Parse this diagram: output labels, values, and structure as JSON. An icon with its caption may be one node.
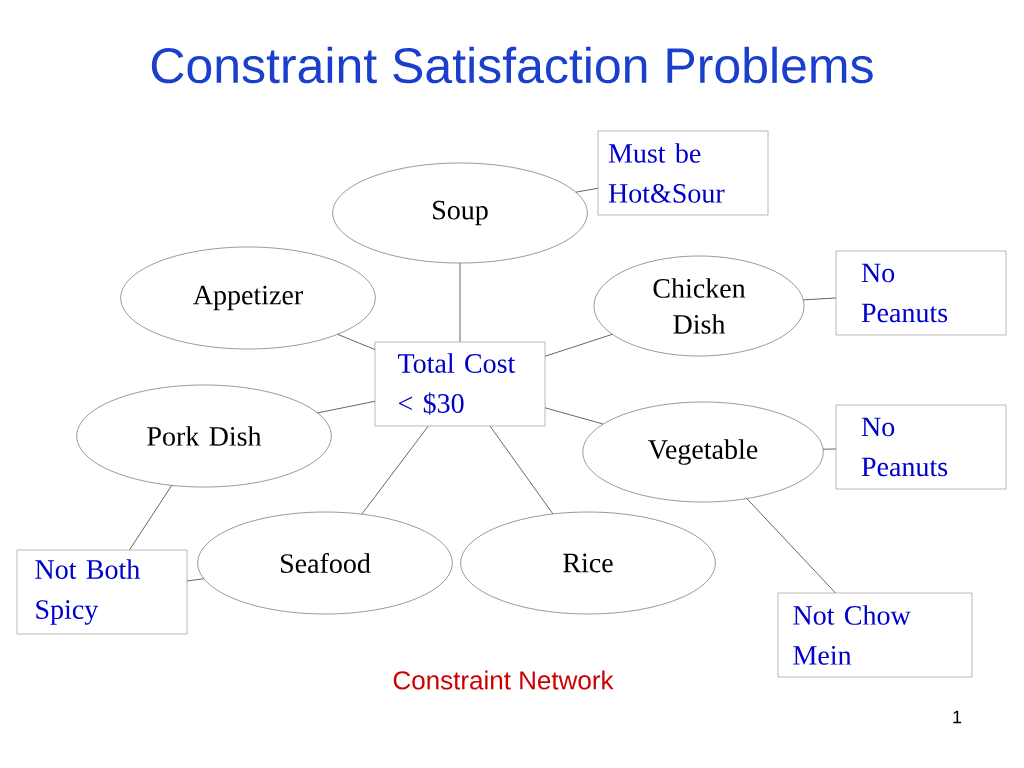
{
  "diagram": {
    "title": "Constraint Satisfaction Problems",
    "nodes": [
      {
        "text": [
          "Soup"
        ]
      },
      {
        "text": [
          "Must be Hot&Sour"
        ]
      },
      {
        "text": [
          "Appetizer"
        ]
      },
      {
        "text": [
          "Chicken Dish"
        ]
      },
      {
        "text": [
          "No Peanuts"
        ]
      },
      {
        "text": [
          "Total Cost < $30"
        ]
      },
      {
        "text": [
          "Pork Dish"
        ]
      },
      {
        "text": [
          "Vegetable"
        ]
      },
      {
        "text": [
          "No Peanuts"
        ]
      },
      {
        "text": [
          "Seafood"
        ]
      },
      {
        "text": [
          "Rice"
        ]
      },
      {
        "text": [
          "Not Both Spicy"
        ]
      },
      {
        "text": [
          "Not Chow Mein"
        ]
      }
    ],
    "edges": [
      {
        "from": 0,
        "to": 1,
        "arrow": "none"
      },
      {
        "from": 0,
        "to": 5,
        "arrow": "none"
      },
      {
        "from": 2,
        "to": 5,
        "arrow": "none"
      },
      {
        "from": 3,
        "to": 5,
        "arrow": "none"
      },
      {
        "from": 3,
        "to": 4,
        "arrow": "none"
      },
      {
        "from": 5,
        "to": 7,
        "arrow": "none"
      },
      {
        "from": 7,
        "to": 8,
        "arrow": "none"
      },
      {
        "from": 5,
        "to": 6,
        "arrow": "none"
      },
      {
        "from": 5,
        "to": 9,
        "arrow": "none"
      },
      {
        "from": 5,
        "to": 10,
        "arrow": "none"
      },
      {
        "from": 6,
        "to": 11,
        "arrow": "none"
      },
      {
        "from": 11,
        "to": 9,
        "arrow": "none"
      },
      {
        "from": 7,
        "to": 12,
        "arrow": "none"
      }
    ],
    "labels": [
      "Constraint Network",
      "1"
    ]
  }
}
